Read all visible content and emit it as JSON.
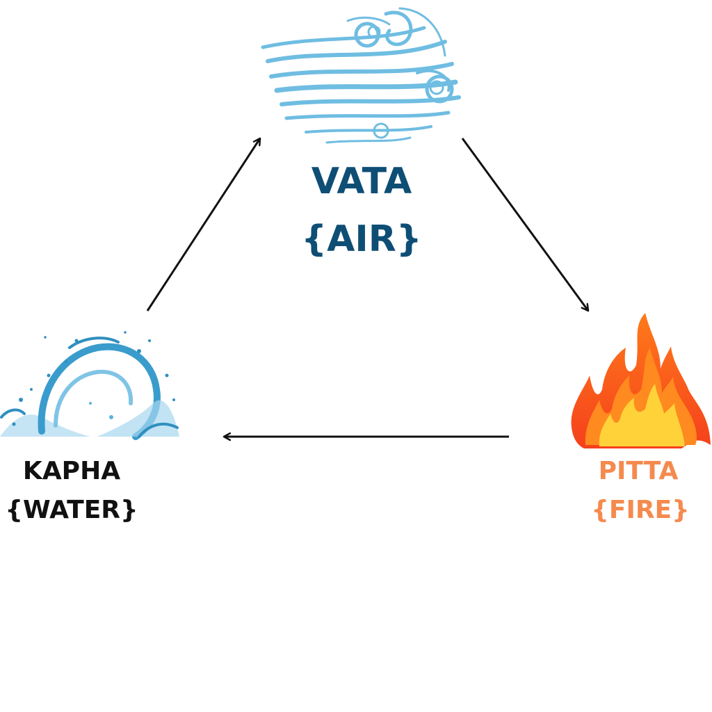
{
  "colors": {
    "vata": "#0e4e75",
    "kapha": "#111111",
    "pitta": "#f58a4e",
    "air_swirl": "#6fbde2",
    "water": "#2f8fc0",
    "fire_outer": "#f5501e",
    "fire_mid": "#ff8a1f",
    "fire_inner": "#ffd23a",
    "arrow": "#111111"
  },
  "nodes": {
    "vata": {
      "name": "VATA",
      "element": "{AIR}",
      "icon": "wind-icon"
    },
    "kapha": {
      "name": "KAPHA",
      "element": "{WATER}",
      "icon": "water-splash-icon"
    },
    "pitta": {
      "name": "PITTA",
      "element": "{FIRE}",
      "icon": "flame-icon"
    }
  },
  "edges": [
    {
      "from": "kapha",
      "to": "vata"
    },
    {
      "from": "vata",
      "to": "pitta"
    },
    {
      "from": "pitta",
      "to": "kapha"
    }
  ]
}
